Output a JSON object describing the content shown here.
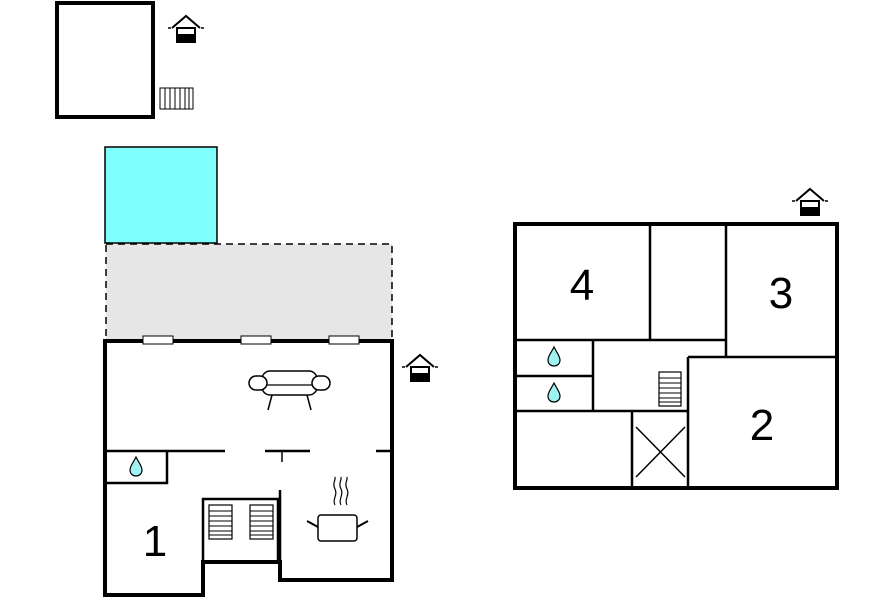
{
  "floorplan": {
    "rooms": [
      {
        "id": "room-1",
        "label": "1"
      },
      {
        "id": "room-2",
        "label": "2"
      },
      {
        "id": "room-3",
        "label": "3"
      },
      {
        "id": "room-4",
        "label": "4"
      }
    ],
    "icons": {
      "entrance": "house-entrance-icon",
      "stairs": "stairs-icon",
      "bathroom": "water-drop-icon",
      "living": "sofa-icon",
      "kitchen": "cooking-pot-icon",
      "window": "window-icon"
    },
    "colors": {
      "pool": "#80ffff",
      "terrace": "#e6e6e6",
      "wall": "#000000"
    }
  }
}
